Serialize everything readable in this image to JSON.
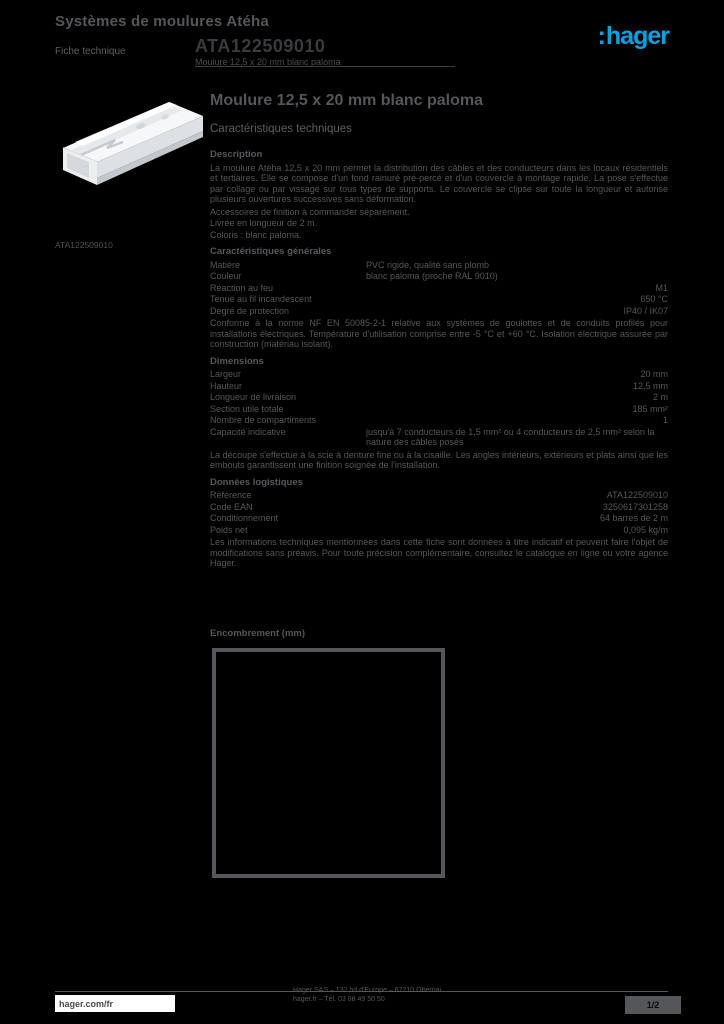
{
  "header": {
    "family": "Systèmes de moulures Atéha",
    "doc_type": "Fiche technique",
    "reference": "ATA122509010",
    "reference_subtitle": "Moulure 12,5 x 20 mm blanc paloma",
    "brand": {
      "logo_colon": ":",
      "logo_text": "hager",
      "logo_color": "#00A4E4"
    }
  },
  "product": {
    "image_caption": "ATA122509010"
  },
  "main": {
    "title": "Moulure 12,5 x 20 mm blanc paloma",
    "subtitle": "Caractéristiques techniques",
    "blocks": [
      {
        "type": "heading",
        "text": "Description",
        "first": true
      },
      {
        "type": "paragraph",
        "text": "La moulure Atéha 12,5 x 20 mm permet la distribution des câbles et des conducteurs dans les locaux résidentiels et tertiaires. Elle se compose d'un fond rainuré pré-percé et d'un couvercle à montage rapide. La pose s'effectue par collage ou par vissage sur tous types de supports. Le couvercle se clipse sur toute la longueur et autorise plusieurs ouvertures successives sans déformation."
      },
      {
        "type": "line",
        "text": "Accessoires de finition à commander séparément."
      },
      {
        "type": "line",
        "text": "Livrée en longueur de 2 m."
      },
      {
        "type": "line",
        "text": "Coloris : blanc paloma."
      },
      {
        "type": "heading",
        "text": "Caractéristiques générales"
      },
      {
        "type": "rows",
        "rows": [
          {
            "label": "Matière",
            "value": "PVC rigide, qualité sans plomb",
            "align": "left"
          },
          {
            "label": "Couleur",
            "value": "blanc paloma (proche RAL 9010)",
            "align": "left"
          },
          {
            "label": "Réaction au feu",
            "value": "M1",
            "align": "right"
          },
          {
            "label": "Tenue au fil incandescent",
            "value": "650 °C",
            "align": "right"
          },
          {
            "label": "Degré de protection",
            "value": "IP40 / IK07",
            "align": "right"
          }
        ]
      },
      {
        "type": "paragraph",
        "text": "Conforme à la norme NF EN 50085-2-1 relative aux systèmes de goulottes et de conduits profilés pour installations électriques. Température d'utilisation comprise entre -5 °C et +60 °C. Isolation électrique assurée par construction (matériau isolant)."
      },
      {
        "type": "heading",
        "text": "Dimensions"
      },
      {
        "type": "rows",
        "rows": [
          {
            "label": "Largeur",
            "value": "20 mm",
            "align": "right"
          },
          {
            "label": "Hauteur",
            "value": "12,5 mm",
            "align": "right"
          },
          {
            "label": "Longueur de livraison",
            "value": "2 m",
            "align": "right"
          },
          {
            "label": "Section utile totale",
            "value": "185 mm²",
            "align": "right"
          },
          {
            "label": "Nombre de compartiments",
            "value": "1",
            "align": "right"
          },
          {
            "label": "Capacité indicative",
            "value": "jusqu'à 7 conducteurs de 1,5 mm² ou 4 conducteurs de 2,5 mm² selon la nature des câbles posés",
            "align": "left"
          }
        ]
      },
      {
        "type": "paragraph",
        "text": "La découpe s'effectue à la scie à denture fine ou à la cisaille. Les angles intérieurs, extérieurs et plats ainsi que les embouts garantissent une finition soignée de l'installation."
      },
      {
        "type": "heading",
        "text": "Données logistiques"
      },
      {
        "type": "rows",
        "rows": [
          {
            "label": "Référence",
            "value": "ATA122509010",
            "align": "right"
          },
          {
            "label": "Code EAN",
            "value": "3250617301258",
            "align": "right"
          },
          {
            "label": "Conditionnement",
            "value": "64 barres de 2 m",
            "align": "right"
          },
          {
            "label": "Poids net",
            "value": "0,095 kg/m",
            "align": "right"
          }
        ]
      },
      {
        "type": "paragraph",
        "text": "Les informations techniques mentionnées dans cette fiche sont données à titre indicatif et peuvent faire l'objet de modifications sans préavis. Pour toute précision complémentaire, consultez le catalogue en ligne ou votre agence Hager."
      }
    ],
    "drawing": {
      "heading": "Encombrement (mm)"
    }
  },
  "footer": {
    "site": "hager.com/fr",
    "company_line1": "Hager SAS – 132 bd d'Europe – 67210 Obernai",
    "company_line2": "hager.fr – Tél. 03 88 49 50 50",
    "page": "1/2"
  }
}
